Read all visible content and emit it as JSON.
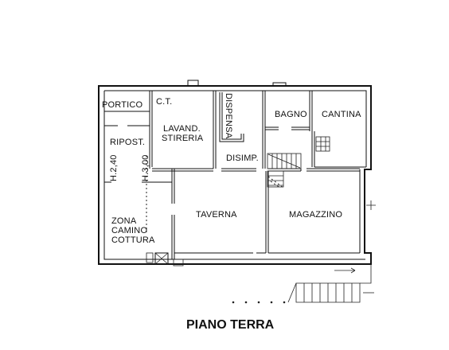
{
  "rooms": {
    "portico": "PORTICO",
    "ct": "C.T.",
    "dispensa": "DISPENSA",
    "bagno": "BAGNO",
    "cantina": "CANTINA",
    "ripost": "RIPOST.",
    "lavand_1": "LAVAND.",
    "lavand_2": "STIRERIA",
    "disimp": "DISIMP.",
    "taverna": "TAVERNA",
    "magazzino": "MAGAZZINO",
    "zona_1": "ZONA",
    "zona_2": "CAMINO",
    "zona_3": "COTTURA"
  },
  "heights": {
    "h1": "H.2,40",
    "h2": "H.3,00"
  },
  "caption": "PIANO TERRA"
}
